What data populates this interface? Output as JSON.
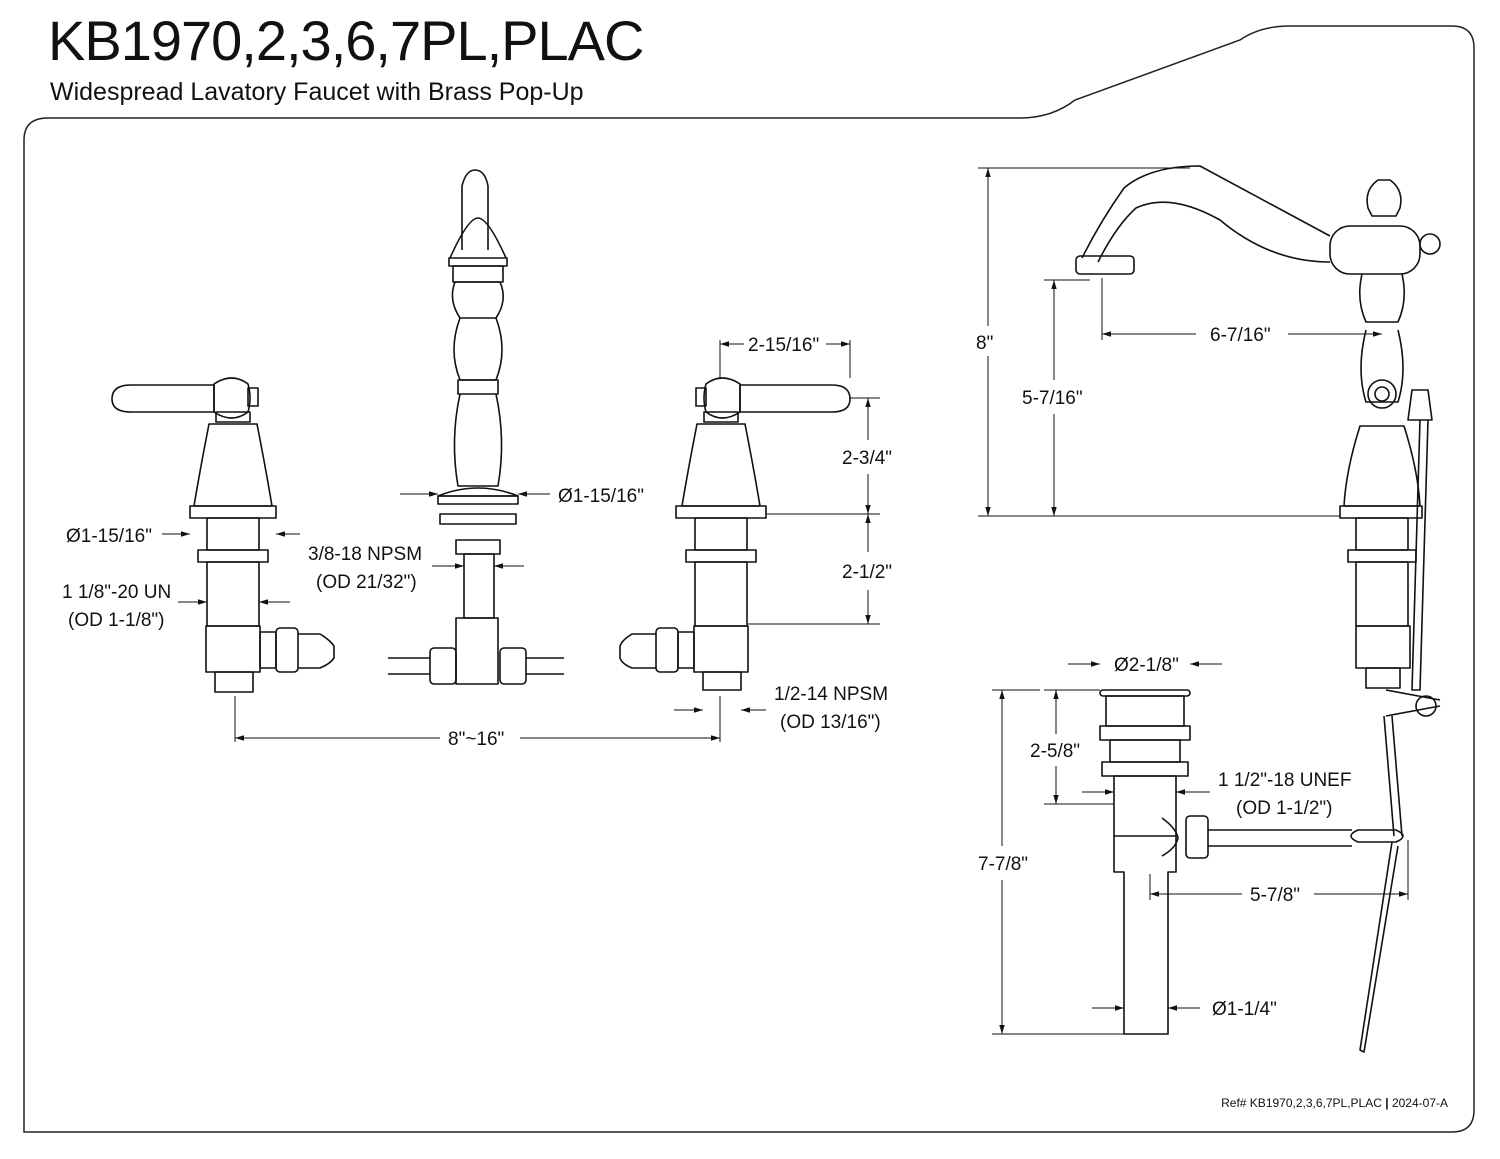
{
  "header": {
    "title": "KB1970,2,3,6,7PL,PLAC",
    "subtitle": "Widespread Lavatory Faucet with Brass Pop-Up"
  },
  "dimensions": {
    "left_shank_diameter": "Ø1-15/16\"",
    "left_thread_line1": "1 1/8\"-20 UN",
    "left_thread_line2": "(OD 1-1/8\")",
    "center_base_diameter": "Ø1-15/16\"",
    "center_thread_line1": "3/8-18 NPSM",
    "center_thread_line2": "(OD 21/32\")",
    "handle_span": "2-15/16\"",
    "handle_height": "2-3/4\"",
    "shank_length": "2-1/2\"",
    "outlet_thread_line1": "1/2-14 NPSM",
    "outlet_thread_line2": "(OD 13/16\")",
    "spread": "8\"~16\"",
    "overall_height": "8\"",
    "spout_clearance": "5-7/16\"",
    "spout_reach": "6-7/16\"",
    "drain_flange_diameter": "Ø2-1/8\"",
    "drain_flange_height": "2-5/8\"",
    "drain_thread_line1": "1 1/2\"-18 UNEF",
    "drain_thread_line2": "(OD 1-1/2\")",
    "drain_length": "7-7/8\"",
    "lift_rod_offset": "5-7/8\"",
    "tailpiece_diameter": "Ø1-1/4\""
  },
  "footer": {
    "ref": "Ref# KB1970,2,3,6,7PL,PLAC",
    "separator": "|",
    "revision": "2024-07-A"
  }
}
